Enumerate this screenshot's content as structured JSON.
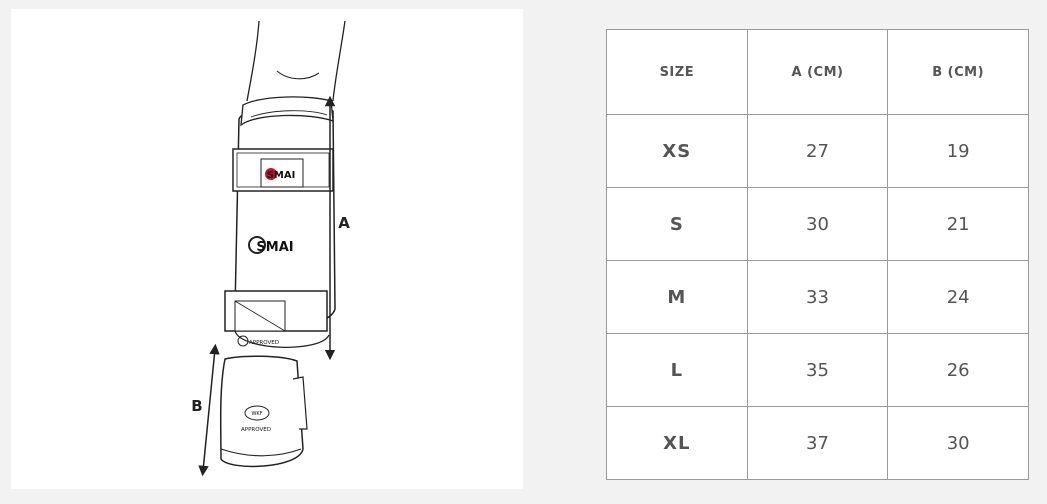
{
  "illustration": {
    "label_a": "A",
    "label_b": "B",
    "brand_top": "SMAI",
    "brand_mid": "SMAI",
    "approved_top": "APPROVED",
    "approved_bottom": "APPROVED",
    "seal_text": "WKF"
  },
  "table": {
    "headers": [
      "SIZE",
      "A (CM)",
      "B (CM)"
    ],
    "rows": [
      {
        "size": "XS",
        "a": "27",
        "b": "19"
      },
      {
        "size": "S",
        "a": "30",
        "b": "21"
      },
      {
        "size": "M",
        "a": "33",
        "b": "24"
      },
      {
        "size": "L",
        "a": "35",
        "b": "26"
      },
      {
        "size": "XL",
        "a": "37",
        "b": "30"
      }
    ]
  },
  "colors": {
    "brand_accent": "#c8102e",
    "text": "#555555",
    "border": "#9a9a9a"
  }
}
